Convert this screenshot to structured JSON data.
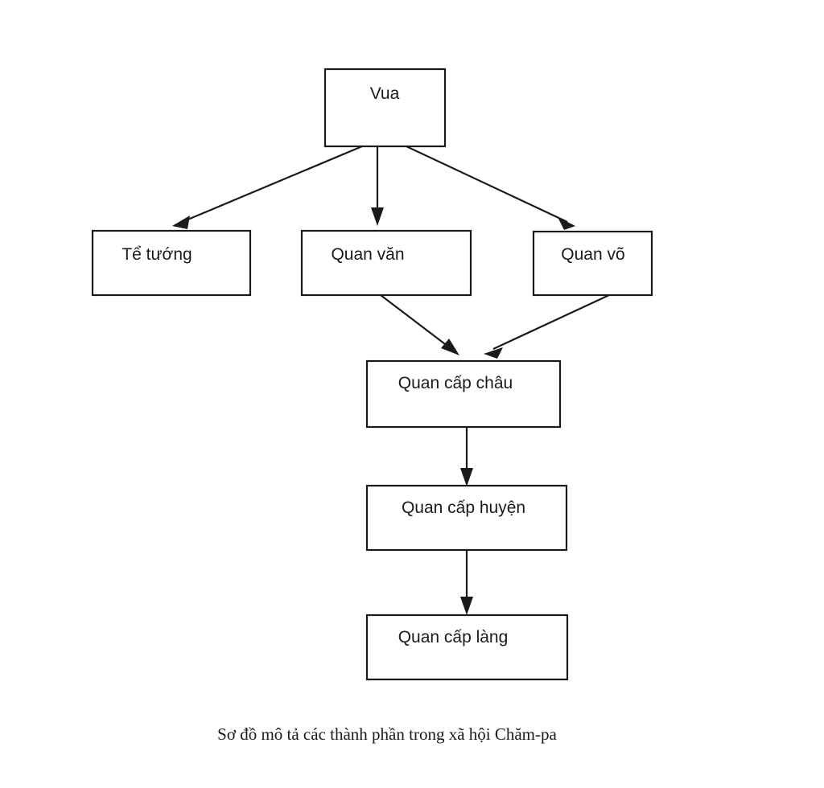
{
  "diagram": {
    "title_caption": "Sơ đồ mô tả các thành phần trong xã hội Chăm-pa",
    "type": "hierarchy-flowchart",
    "background_color": "#ffffff",
    "line_color": "#1a1a1a",
    "box_fill": "#ffffff",
    "nodes": [
      {
        "id": "vua",
        "label": "Vua",
        "level": 0
      },
      {
        "id": "te-tuong",
        "label": "Tể tướng",
        "level": 1
      },
      {
        "id": "quan-van",
        "label": "Quan văn",
        "level": 1
      },
      {
        "id": "quan-vo",
        "label": "Quan võ",
        "level": 1
      },
      {
        "id": "quan-cap-chau",
        "label": "Quan cấp châu",
        "level": 2
      },
      {
        "id": "quan-cap-huyen",
        "label": "Quan cấp huyện",
        "level": 3
      },
      {
        "id": "quan-cap-lang",
        "label": "Quan cấp làng",
        "level": 4
      }
    ],
    "edges": [
      {
        "from": "vua",
        "to": "te-tuong",
        "style": "diagonal-left"
      },
      {
        "from": "vua",
        "to": "quan-van",
        "style": "vertical"
      },
      {
        "from": "vua",
        "to": "quan-vo",
        "style": "diagonal-right"
      },
      {
        "from": "quan-van",
        "to": "quan-cap-chau",
        "style": "diagonal-right"
      },
      {
        "from": "quan-vo",
        "to": "quan-cap-chau",
        "style": "diagonal-left"
      },
      {
        "from": "quan-cap-chau",
        "to": "quan-cap-huyen",
        "style": "vertical"
      },
      {
        "from": "quan-cap-huyen",
        "to": "quan-cap-lang",
        "style": "vertical"
      }
    ]
  }
}
